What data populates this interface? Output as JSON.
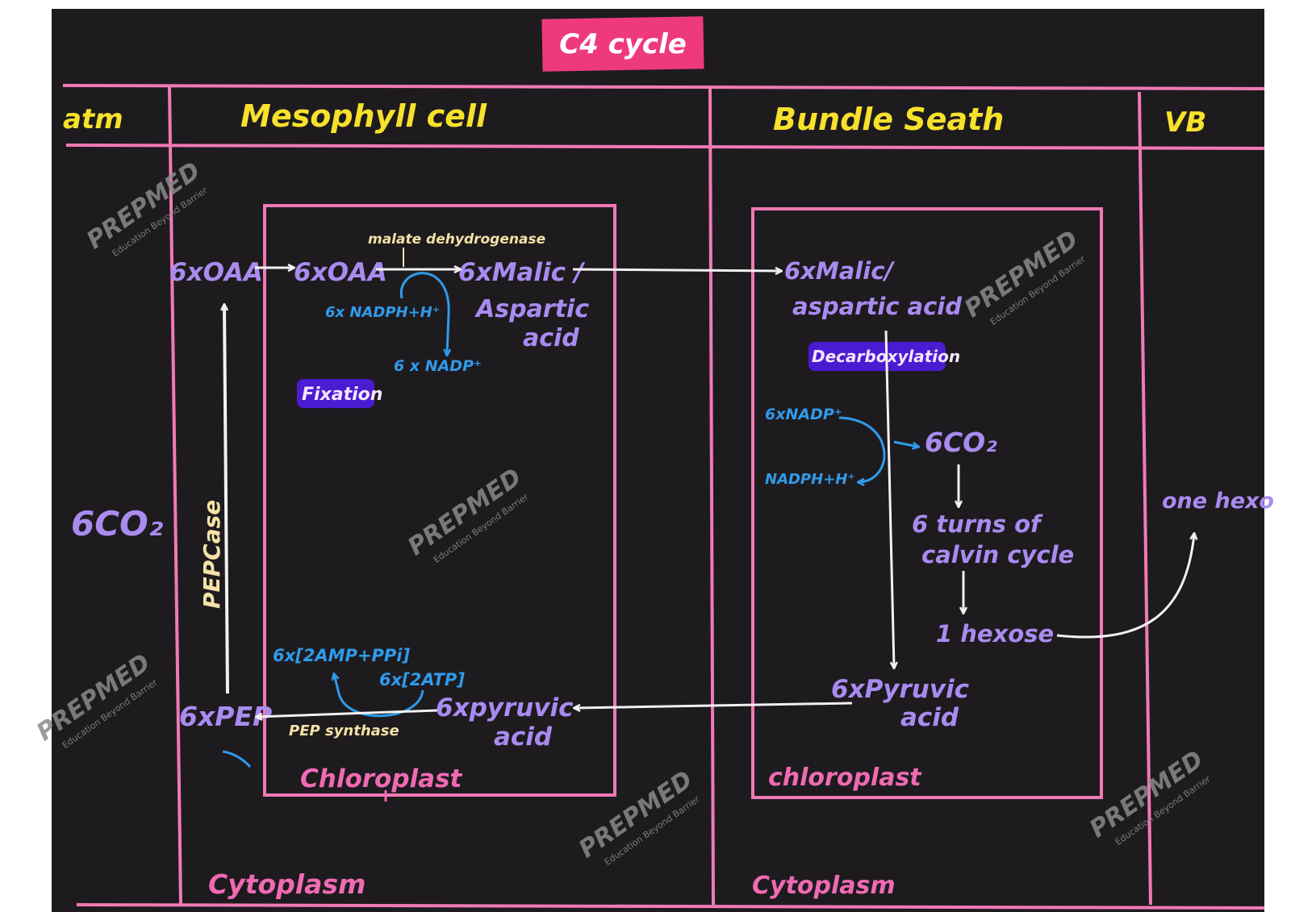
{
  "title": "C4 cycle",
  "columns": {
    "atm": "atm",
    "mesophyll": "Mesophyll cell",
    "bundle_sheath": "Bundle Seath",
    "vb": "VB"
  },
  "atm": {
    "co2": "6CO₂"
  },
  "mesophyll": {
    "oaa_cytoplasm": "6xOAA",
    "oaa_chloroplast": "6xOAA",
    "enzyme_top": "malate dehydrogenase",
    "malic": "6xMalic /",
    "aspartic1": "Aspartic",
    "aspartic2": "acid",
    "nadph": "6x NADPH+H⁺",
    "nadp": "6 x NADP⁺",
    "fixation": "Fixation",
    "pepcase": "PEPCase",
    "amp": "6x[2AMP+PPi]",
    "atp": "6x[2ATP]",
    "pep": "6xPEP",
    "pep_synthase": "PEP synthase",
    "pyruvic1": "6xpyruvic",
    "pyruvic2": "acid",
    "chloroplast_label": "Chloroplast",
    "cytoplasm_label": "Cytoplasm"
  },
  "bundle_sheath": {
    "malic1": "6xMalic/",
    "malic2": "aspartic acid",
    "decarboxylation": "Decarboxylation",
    "nadp": "6xNADP⁺",
    "nadph": "NADPH+H⁺",
    "co2": "6CO₂",
    "calvin1": "6 turns of",
    "calvin2": "calvin cycle",
    "hexose": "1 hexose",
    "pyruvic1": "6xPyruvic",
    "pyruvic2": "acid",
    "chloroplast_label": "chloroplast",
    "cytoplasm_label": "Cytoplasm"
  },
  "vb": {
    "hexose": "one hexo"
  },
  "watermark": {
    "brand": "PREPMED",
    "tagline": "Education Beyond Barrier"
  },
  "colors": {
    "board": "#1e1b1f",
    "lines": "#f07ab5",
    "title_badge": "#ee3a7d",
    "yellow": "#f7e12b",
    "violet": "#a98bf0",
    "blue": "#2f9bea",
    "pink": "#f06ab3",
    "highlight": "#4b1bd1"
  }
}
